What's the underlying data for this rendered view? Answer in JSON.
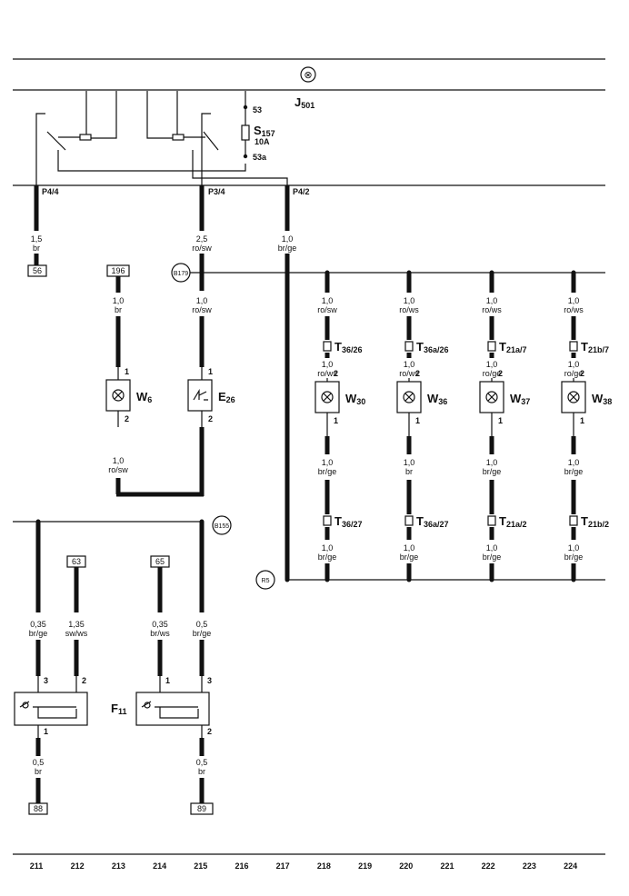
{
  "header": {
    "ground_symbol": "⊗",
    "relay_label": "J",
    "relay_sub": "501",
    "fuse_label": "S",
    "fuse_sub": "157",
    "fuse_rating": "10A",
    "term_53": "53",
    "term_53a": "53a"
  },
  "pins": {
    "p44": "P4/4",
    "p34": "P3/4",
    "p42": "P4/2"
  },
  "wires": {
    "w211_top": [
      "1,5",
      "br"
    ],
    "w215_top": [
      "2,5",
      "ro/sw"
    ],
    "w217_top": [
      "1,0",
      "br/ge"
    ],
    "w213": [
      "1,0",
      "br"
    ],
    "w215_mid": [
      "1,0",
      "ro/sw"
    ],
    "w213_low": [
      "1,0",
      "ro/sw"
    ],
    "w211_f": [
      "0,35",
      "br/ge"
    ],
    "w212_f": [
      "1,35",
      "sw/ws"
    ],
    "w214_f": [
      "0,35",
      "br/ws"
    ],
    "w215_f": [
      "0,5",
      "br/ge"
    ],
    "w211_b": [
      "0,5",
      "br"
    ],
    "w215_b": [
      "0,5",
      "br"
    ]
  },
  "refs": {
    "r56": "56",
    "r196": "196",
    "r63": "63",
    "r65": "65",
    "r88": "88",
    "r89": "89",
    "b179": "B179",
    "b155": "B155",
    "r5": "R5"
  },
  "components": {
    "w6": {
      "label": "W",
      "sub": "6"
    },
    "e26": {
      "label": "E",
      "sub": "26"
    },
    "f11": {
      "label": "F",
      "sub": "11"
    },
    "pin1": "1",
    "pin2": "2",
    "pin3": "3"
  },
  "lamps": [
    {
      "top": [
        "1,0",
        "ro/sw"
      ],
      "conn_top": "T",
      "conn_top_sub": "36/26",
      "mid": [
        "1,0",
        "ro/ws"
      ],
      "label": "W",
      "sub": "30",
      "low": [
        "1,0",
        "br/ge"
      ],
      "conn_bot": "T",
      "conn_bot_sub": "36/27",
      "bot": [
        "1,0",
        "br/ge"
      ]
    },
    {
      "top": [
        "1,0",
        "ro/ws"
      ],
      "conn_top": "T",
      "conn_top_sub": "36a/26",
      "mid": [
        "1,0",
        "ro/ws"
      ],
      "label": "W",
      "sub": "36",
      "low": [
        "1,0",
        "br"
      ],
      "conn_bot": "T",
      "conn_bot_sub": "36a/27",
      "bot": [
        "1,0",
        "br/ge"
      ]
    },
    {
      "top": [
        "1,0",
        "ro/ws"
      ],
      "conn_top": "T",
      "conn_top_sub": "21a/7",
      "mid": [
        "1,0",
        "ro/ge"
      ],
      "label": "W",
      "sub": "37",
      "low": [
        "1,0",
        "br/ge"
      ],
      "conn_bot": "T",
      "conn_bot_sub": "21a/2",
      "bot": [
        "1,0",
        "br/ge"
      ]
    },
    {
      "top": [
        "1,0",
        "ro/ws"
      ],
      "conn_top": "T",
      "conn_top_sub": "21b/7",
      "mid": [
        "1,0",
        "ro/ge"
      ],
      "label": "W",
      "sub": "38",
      "low": [
        "1,0",
        "br/ge"
      ],
      "conn_bot": "T",
      "conn_bot_sub": "21b/2",
      "bot": [
        "1,0",
        "br/ge"
      ]
    }
  ],
  "columns": [
    "211",
    "212",
    "213",
    "214",
    "215",
    "216",
    "217",
    "218",
    "219",
    "220",
    "221",
    "222",
    "223",
    "224"
  ]
}
